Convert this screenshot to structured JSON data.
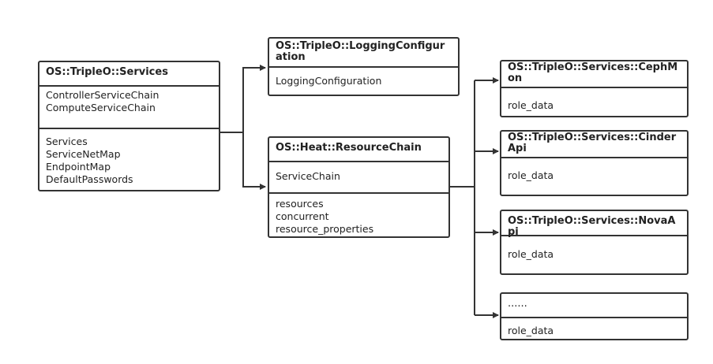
{
  "boxes": {
    "services": {
      "title": "OS::TripleO::Services",
      "section1": [
        "ControllerServiceChain",
        "ComputeServiceChain"
      ],
      "section2": [
        "Services",
        "ServiceNetMap",
        "EndpointMap",
        "DefaultPasswords"
      ]
    },
    "logging": {
      "title": "OS::TripleO::LoggingConfiguration",
      "section1": [
        "LoggingConfiguration"
      ]
    },
    "resource_chain": {
      "title": "OS::Heat::ResourceChain",
      "section1": [
        "ServiceChain"
      ],
      "section2": [
        "resources",
        "concurrent",
        "resource_properties"
      ]
    },
    "ceph_mon": {
      "title": "OS::TripleO::Services::CephMon",
      "section1": [
        "role_data"
      ]
    },
    "cinder_api": {
      "title": "OS::TripleO::Services::CinderApi",
      "section1": [
        "role_data"
      ]
    },
    "nova_api": {
      "title": "OS::TripleO::Services::NovaApi",
      "section1": [
        "role_data"
      ]
    },
    "ellipsis": {
      "title": "......",
      "section1": [
        "role_data"
      ]
    }
  }
}
